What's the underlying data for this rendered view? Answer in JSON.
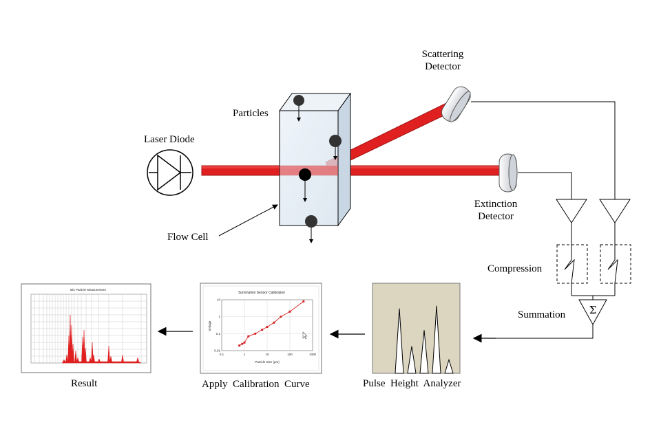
{
  "labels": {
    "laser_diode": "Laser Diode",
    "particles": "Particles",
    "flow_cell": "Flow Cell",
    "scattering_detector_line1": "Scattering",
    "scattering_detector_line2": "Detector",
    "extinction_detector_line1": "Extinction",
    "extinction_detector_line2": "Detector",
    "compression": "Compression",
    "summation": "Summation",
    "sigma": "Σ",
    "pulse_height_analyzer": "Pulse  Height  Analyzer",
    "apply_calibration_curve": "Apply  Calibration  Curve",
    "result": "Result"
  },
  "calibration_thumb": {
    "title": "Summation Sensor Calibration",
    "xlabel": "Particle Size (μm)",
    "ylabel": "Voltage",
    "xticks": [
      "0.1",
      "1",
      "10",
      "100",
      "1000"
    ],
    "yticks": [
      "10",
      "1",
      "0.1",
      "0.01"
    ],
    "x": [
      0.6,
      0.8,
      1.0,
      1.5,
      3,
      6,
      10,
      20,
      40,
      100,
      400
    ],
    "y": [
      0.02,
      0.025,
      0.03,
      0.07,
      0.1,
      0.17,
      0.25,
      0.45,
      1.0,
      2.0,
      8.0
    ],
    "color": "#d42020"
  },
  "result_thumb": {
    "title": "Bin Particle Measurement",
    "color": "#e02020"
  },
  "pulse_analyzer": {
    "background": "#dcd6c0",
    "peak_heights": [
      0.72,
      0.3,
      0.48,
      0.75,
      0.15
    ]
  },
  "colors": {
    "beam": "#e02020",
    "beam_dark": "#a01010"
  }
}
